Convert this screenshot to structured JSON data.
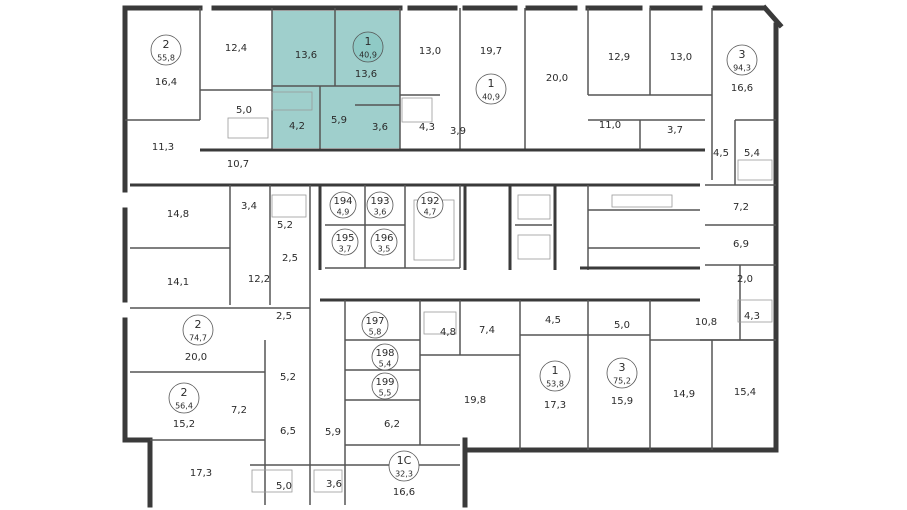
{
  "highlight_color": "#7fbfbb",
  "wall_color": "#3a3a3a",
  "apartments": [
    {
      "rooms": "2",
      "area": "55,8"
    },
    {
      "rooms": "1",
      "area": "40,9"
    },
    {
      "rooms": "1",
      "area": "40,9"
    },
    {
      "rooms": "3",
      "area": "94,3"
    },
    {
      "rooms": "2",
      "area": "74,7"
    },
    {
      "rooms": "2",
      "area": "56,4"
    },
    {
      "rooms": "1",
      "area": "53,8"
    },
    {
      "rooms": "3",
      "area": "75,2"
    },
    {
      "rooms": "1С",
      "area": "32,3"
    }
  ],
  "storage": [
    {
      "num": "194",
      "area": "4,9"
    },
    {
      "num": "193",
      "area": "3,6"
    },
    {
      "num": "192",
      "area": "4,7"
    },
    {
      "num": "195",
      "area": "3,7"
    },
    {
      "num": "196",
      "area": "3,5"
    },
    {
      "num": "197",
      "area": "5,8"
    },
    {
      "num": "198",
      "area": "5,4"
    },
    {
      "num": "199",
      "area": "5,5"
    }
  ],
  "room_areas": [
    "16,4",
    "12,4",
    "13,6",
    "13,6",
    "13,0",
    "19,7",
    "20,0",
    "12,9",
    "13,0",
    "16,6",
    "5,0",
    "4,2",
    "5,9",
    "3,6",
    "4,3",
    "3,9",
    "11,0",
    "3,7",
    "11,3",
    "10,7",
    "4,5",
    "5,4",
    "14,8",
    "3,4",
    "5,2",
    "7,2",
    "2,5",
    "6,9",
    "14,1",
    "12,2",
    "2,0",
    "2,5",
    "4,8",
    "7,4",
    "4,5",
    "5,0",
    "10,8",
    "4,3",
    "20,0",
    "5,2",
    "19,8",
    "17,3",
    "15,9",
    "14,9",
    "15,4",
    "15,2",
    "7,2",
    "6,5",
    "5,9",
    "6,2",
    "17,3",
    "5,0",
    "3,6",
    "16,6"
  ]
}
